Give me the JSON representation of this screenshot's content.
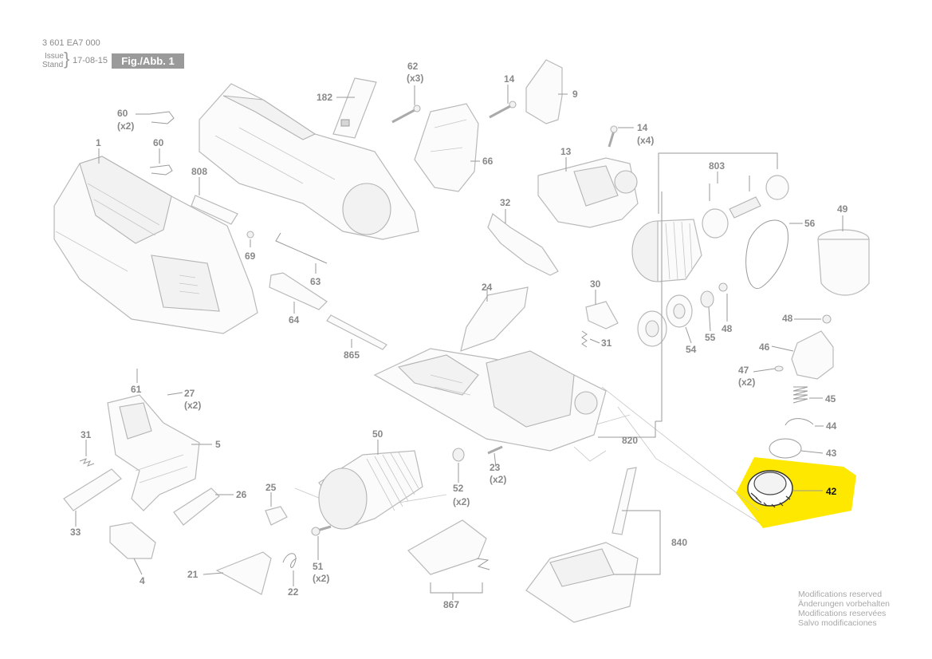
{
  "header": {
    "doc_number": "3 601 EA7 000",
    "issue_label": "Issue",
    "stand_label": "Stand",
    "brace": "}",
    "issue_date": "17-08-15",
    "figure_label": "Fig./Abb. 1"
  },
  "highlight_color": "#ffe800",
  "highlighted_part": "42",
  "parts": [
    {
      "id": "182",
      "label": "182"
    },
    {
      "id": "62",
      "label": "62",
      "qty": "(x3)"
    },
    {
      "id": "14a",
      "label": "14"
    },
    {
      "id": "9",
      "label": "9"
    },
    {
      "id": "60a",
      "label": "60",
      "qty": "(x2)"
    },
    {
      "id": "60b",
      "label": "60"
    },
    {
      "id": "1",
      "label": "1"
    },
    {
      "id": "808",
      "label": "808"
    },
    {
      "id": "66",
      "label": "66"
    },
    {
      "id": "14b",
      "label": "14",
      "qty": "(x4)"
    },
    {
      "id": "13",
      "label": "13"
    },
    {
      "id": "803",
      "label": "803"
    },
    {
      "id": "49",
      "label": "49"
    },
    {
      "id": "56",
      "label": "56"
    },
    {
      "id": "32",
      "label": "32"
    },
    {
      "id": "69",
      "label": "69"
    },
    {
      "id": "63",
      "label": "63"
    },
    {
      "id": "24",
      "label": "24"
    },
    {
      "id": "30",
      "label": "30"
    },
    {
      "id": "48a",
      "label": "48"
    },
    {
      "id": "48b",
      "label": "48"
    },
    {
      "id": "64",
      "label": "64"
    },
    {
      "id": "31a",
      "label": "31"
    },
    {
      "id": "54",
      "label": "54"
    },
    {
      "id": "55",
      "label": "55"
    },
    {
      "id": "46",
      "label": "46"
    },
    {
      "id": "865",
      "label": "865"
    },
    {
      "id": "47",
      "label": "47",
      "qty": "(x2)"
    },
    {
      "id": "61",
      "label": "61"
    },
    {
      "id": "27",
      "label": "27",
      "qty": "(x2)"
    },
    {
      "id": "45",
      "label": "45"
    },
    {
      "id": "44",
      "label": "44"
    },
    {
      "id": "820",
      "label": "820"
    },
    {
      "id": "31b",
      "label": "31"
    },
    {
      "id": "5",
      "label": "5"
    },
    {
      "id": "50",
      "label": "50"
    },
    {
      "id": "43",
      "label": "43"
    },
    {
      "id": "23",
      "label": "23",
      "qty": "(x2)"
    },
    {
      "id": "42",
      "label": "42"
    },
    {
      "id": "25",
      "label": "25"
    },
    {
      "id": "52",
      "label": "52",
      "qty": "(x2)"
    },
    {
      "id": "26",
      "label": "26"
    },
    {
      "id": "33",
      "label": "33"
    },
    {
      "id": "840",
      "label": "840"
    },
    {
      "id": "51",
      "label": "51",
      "qty": "(x2)"
    },
    {
      "id": "21",
      "label": "21"
    },
    {
      "id": "4",
      "label": "4"
    },
    {
      "id": "22",
      "label": "22"
    },
    {
      "id": "867",
      "label": "867"
    }
  ],
  "notes": [
    "Modifications reserved",
    "Änderungen vorbehalten",
    "Modifications reservées",
    "Salvo modificaciones"
  ]
}
